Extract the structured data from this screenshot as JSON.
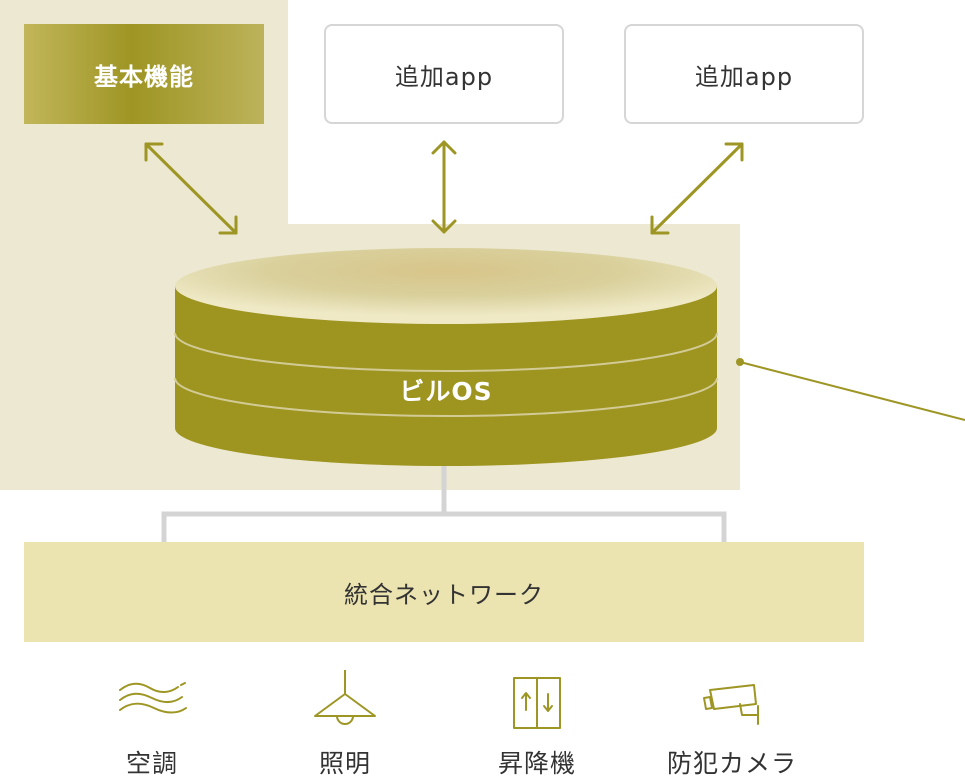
{
  "colors": {
    "olive": "#9e9624",
    "panel": "#ece8d2",
    "network_fill": "#ebe4b0",
    "connector": "#d4d4d4",
    "text": "#333333"
  },
  "basic_function": {
    "label": "基本機能"
  },
  "apps": [
    {
      "label": "追加app"
    },
    {
      "label": "追加app"
    }
  ],
  "building_os": {
    "label": "ビルOS"
  },
  "network": {
    "label": "統合ネットワーク"
  },
  "devices": [
    {
      "label": "空調",
      "icon": "air-conditioning-wind-icon"
    },
    {
      "label": "照明",
      "icon": "pendant-lamp-icon"
    },
    {
      "label": "昇降機",
      "icon": "elevator-icon"
    },
    {
      "label": "防犯カメラ",
      "icon": "security-camera-icon"
    }
  ]
}
